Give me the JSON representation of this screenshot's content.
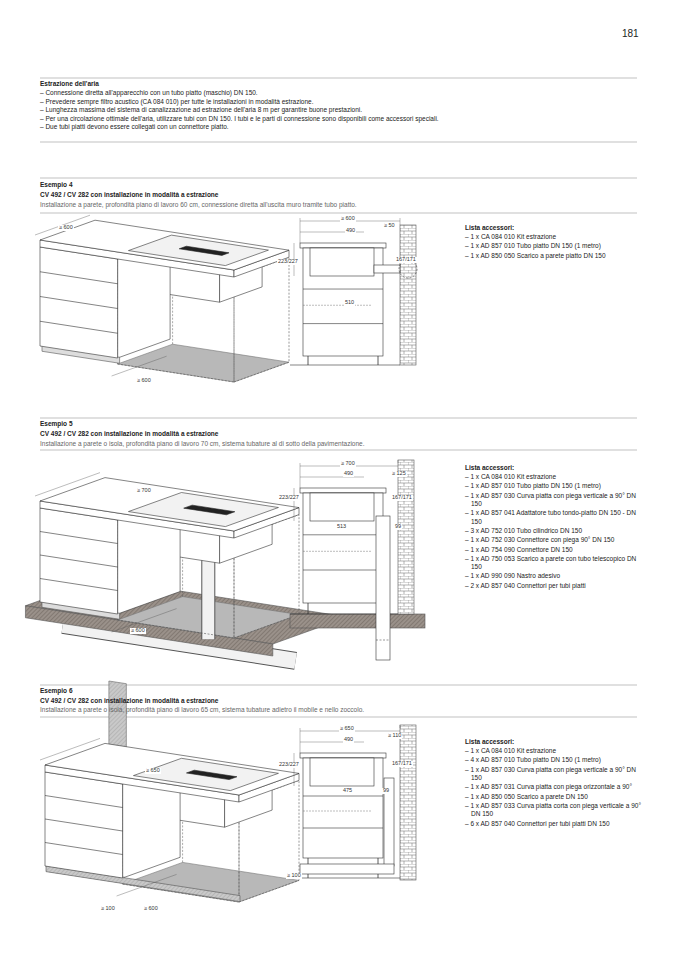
{
  "diagram": {
    "title": "Estrazione dell'aria",
    "labels": [
      "181",
      "– Connessione diretta all'apparecchio con un tubo piatto (maschio) DN 150.",
      "– Prevedere sempre filtro acustico (CA 084 010) per tutte le installazioni in modalità estrazione.",
      "– Lunghezza massima del sistema di canalizzazione ad estrazione dell'aria 8 m per garantire buone prestazioni.",
      "– Per una circolazione ottimale dell'aria, utilizzare tubi con DN 150. I tubi e le parti di connessione sono disponibili come accessori speciali.",
      "– Due tubi piatti devono essere collegati con un connettore piatto.",
      "Esempio 4",
      "CV 492 / CV 282 con installazione in modalità a estrazione",
      "Installazione a parete, profondità piano di lavoro 60 cm, connessione diretta all'uscita muro tramite tubo piatto.",
      "≥ 600",
      "≥ 600",
      "≥ 600",
      "490",
      "≥ 50",
      "223/227",
      "167/171",
      "510",
      "Lista accessori:",
      "– 1 x CA 084 010 Kit estrazione",
      "– 1 x AD 857 010 Tubo piatto DN 150 (1 metro)",
      "– 1 x AD 850 050 Scarico a parete piatto DN 150",
      "Esempio 5",
      "CV 492 / CV 282 con installazione in modalità a estrazione",
      "Installazione a parete o isola, profondità piano di lavoro 70 cm, sistema tubature al di sotto della pavimentazione.",
      "≥ 700",
      "≥ 600",
      "≥ 700",
      "490",
      "≥ 125",
      "223/227",
      "167/171",
      "513",
      "99",
      "Lista accessori:",
      "– 1 x CA 084 010 Kit estrazione",
      "– 1 x AD 857 010 Tubo piatto DN 150 (1 metro)",
      "– 1 x AD 857 030 Curva piatta con piega verticale a 90° DN 150",
      "– 1 x AD 857 041 Adattatore tubo tondo-piatto DN 150 - DN 150",
      "– 3 x AD 752 010 Tubo cilindrico DN 150",
      "– 1 x AD 752 030 Connettore con piega 90° DN 150",
      "– 1 x AD 754 090 Connettore DN 150",
      "– 1 x AD 750 053 Scarico a parete con tubo telescopico DN 150",
      "– 1 x AD 990 090 Nastro adesivo",
      "– 2 x AD 857 040 Connettori per tubi piatti",
      "Esempio 6",
      "CV 492 / CV 282 con installazione in modalità a estrazione",
      "Installazione a parete o isola, profondità piano di lavoro 65 cm, sistema tubature adietro il mobile e nello zoccolo.",
      "≥ 650",
      "≥ 100",
      "≥ 600",
      "≥ 650",
      "490",
      "≥ 110",
      "223/227",
      "167/171",
      "475",
      "99",
      "≥ 100",
      "Lista accessori:",
      "– 1 x CA 084 010 Kit estrazione",
      "– 4 x AD 857 010 Tubo piatto DN 150 (1 metro)",
      "– 1 x AD 857 030 Curva piatta con piega verticale a 90° DN 150",
      "– 1 x AD 857 031 Curva piatta con piega orizzontale a 90°",
      "– 1 x AD 850 050 Scarico a parete DN 150",
      "– 1 x AD 857 033 Curva piatta corta con piega verticale a 90° DN 150",
      "– 6 x AD 857 040 Connettori per tubi piatti DN 150"
    ]
  }
}
